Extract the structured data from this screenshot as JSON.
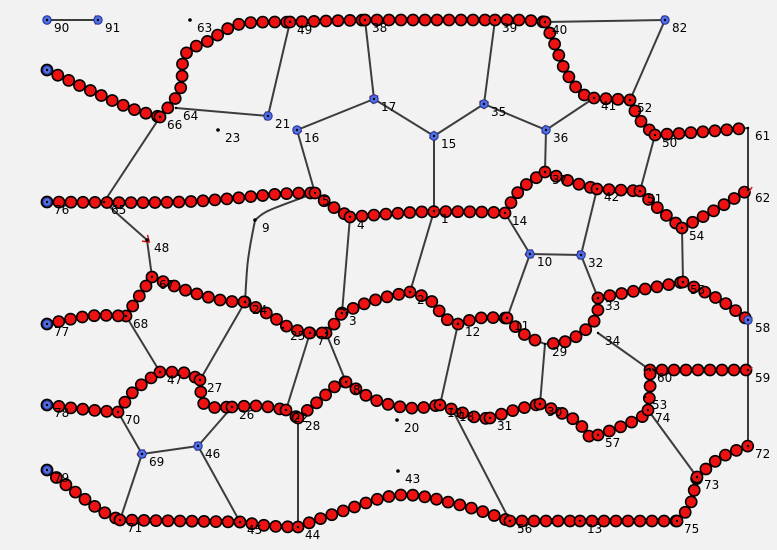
{
  "graph": {
    "nodes": [
      {
        "id": "90",
        "label": "90",
        "style": "blue"
      },
      {
        "id": "91",
        "label": "91",
        "style": "blue"
      },
      {
        "id": "63",
        "label": "63",
        "style": "dot"
      },
      {
        "id": "49",
        "label": "49",
        "style": "plain"
      },
      {
        "id": "38",
        "label": "38",
        "style": "plain"
      },
      {
        "id": "39",
        "label": "39",
        "style": "plain"
      },
      {
        "id": "40",
        "label": "40",
        "style": "plain"
      },
      {
        "id": "82",
        "label": "82",
        "style": "blue"
      },
      {
        "id": "n_left1",
        "label": "",
        "style": "blue"
      },
      {
        "id": "66",
        "label": "66",
        "style": "plain"
      },
      {
        "id": "64",
        "label": "64",
        "style": "plain"
      },
      {
        "id": "23",
        "label": "23",
        "style": "dot"
      },
      {
        "id": "21",
        "label": "21",
        "style": "blue"
      },
      {
        "id": "16",
        "label": "16",
        "style": "blue"
      },
      {
        "id": "17",
        "label": "17",
        "style": "blue"
      },
      {
        "id": "15",
        "label": "15",
        "style": "blue"
      },
      {
        "id": "35",
        "label": "35",
        "style": "blue"
      },
      {
        "id": "36",
        "label": "36",
        "style": "blue"
      },
      {
        "id": "41",
        "label": "41",
        "style": "plain"
      },
      {
        "id": "52",
        "label": "52",
        "style": "plain"
      },
      {
        "id": "50",
        "label": "50",
        "style": "plain"
      },
      {
        "id": "61",
        "label": "61",
        "style": "plain"
      },
      {
        "id": "76",
        "label": "76",
        "style": "blue"
      },
      {
        "id": "65",
        "label": "65",
        "style": "plain"
      },
      {
        "id": "5",
        "label": "5",
        "style": "plain"
      },
      {
        "id": "4",
        "label": "4",
        "style": "plain"
      },
      {
        "id": "1",
        "label": "1",
        "style": "plain"
      },
      {
        "id": "14",
        "label": "14",
        "style": "plain"
      },
      {
        "id": "37",
        "label": "37",
        "style": "plain"
      },
      {
        "id": "42",
        "label": "42",
        "style": "plain"
      },
      {
        "id": "51",
        "label": "51",
        "style": "plain"
      },
      {
        "id": "54",
        "label": "54",
        "style": "plain"
      },
      {
        "id": "62",
        "label": "62",
        "style": "plain"
      },
      {
        "id": "9",
        "label": "9",
        "style": "dot"
      },
      {
        "id": "48",
        "label": "48",
        "style": "dot"
      },
      {
        "id": "10",
        "label": "10",
        "style": "blue"
      },
      {
        "id": "32",
        "label": "32",
        "style": "blue"
      },
      {
        "id": "33",
        "label": "33",
        "style": "plain"
      },
      {
        "id": "55",
        "label": "55",
        "style": "plain"
      },
      {
        "id": "58",
        "label": "58",
        "style": "blue"
      },
      {
        "id": "67",
        "label": "67",
        "style": "plain"
      },
      {
        "id": "24",
        "label": "24",
        "style": "plain"
      },
      {
        "id": "3",
        "label": "3",
        "style": "plain"
      },
      {
        "id": "2",
        "label": "2",
        "style": "plain"
      },
      {
        "id": "12",
        "label": "12",
        "style": "plain"
      },
      {
        "id": "11",
        "label": "11",
        "style": "plain"
      },
      {
        "id": "29",
        "label": "29",
        "style": "plain"
      },
      {
        "id": "34",
        "label": "34",
        "style": "plain"
      },
      {
        "id": "77",
        "label": "77",
        "style": "blue"
      },
      {
        "id": "68",
        "label": "68",
        "style": "plain"
      },
      {
        "id": "25",
        "label": "25",
        "style": "plain"
      },
      {
        "id": "7",
        "label": "7",
        "style": "plain"
      },
      {
        "id": "6",
        "label": "6",
        "style": "plain"
      },
      {
        "id": "60",
        "label": "60",
        "style": "plain"
      },
      {
        "id": "59",
        "label": "59",
        "style": "plain"
      },
      {
        "id": "47",
        "label": "47",
        "style": "plain"
      },
      {
        "id": "27",
        "label": "27",
        "style": "plain"
      },
      {
        "id": "8",
        "label": "8",
        "style": "plain"
      },
      {
        "id": "78",
        "label": "78",
        "style": "blue"
      },
      {
        "id": "70",
        "label": "70",
        "style": "plain"
      },
      {
        "id": "26",
        "label": "26",
        "style": "plain"
      },
      {
        "id": "22",
        "label": "22",
        "style": "plain"
      },
      {
        "id": "28",
        "label": "28",
        "style": "plain"
      },
      {
        "id": "19",
        "label": "19",
        "style": "plain"
      },
      {
        "id": "20",
        "label": "20",
        "style": "dot"
      },
      {
        "id": "18",
        "label": "18",
        "style": "plain"
      },
      {
        "id": "31",
        "label": "31",
        "style": "plain"
      },
      {
        "id": "30",
        "label": "30",
        "style": "plain"
      },
      {
        "id": "53",
        "label": "53",
        "style": "plain"
      },
      {
        "id": "57",
        "label": "57",
        "style": "plain"
      },
      {
        "id": "74",
        "label": "74",
        "style": "plain"
      },
      {
        "id": "72",
        "label": "72",
        "style": "plain"
      },
      {
        "id": "69",
        "label": "69",
        "style": "blue"
      },
      {
        "id": "46",
        "label": "46",
        "style": "blue"
      },
      {
        "id": "79",
        "label": "79",
        "style": "blue"
      },
      {
        "id": "43",
        "label": "43",
        "style": "dot"
      },
      {
        "id": "73",
        "label": "73",
        "style": "plain"
      },
      {
        "id": "71",
        "label": "71",
        "style": "plain"
      },
      {
        "id": "45",
        "label": "45",
        "style": "plain"
      },
      {
        "id": "44",
        "label": "44",
        "style": "plain"
      },
      {
        "id": "56",
        "label": "56",
        "style": "plain"
      },
      {
        "id": "13",
        "label": "13",
        "style": "plain"
      },
      {
        "id": "75",
        "label": "75",
        "style": "plain"
      }
    ],
    "edges": [
      {
        "from": "90",
        "to": "91",
        "beaded": false,
        "arrow": true
      },
      {
        "from": "40",
        "to": "82",
        "beaded": false,
        "arrow": true
      },
      {
        "from": "82",
        "to": "52",
        "beaded": false,
        "arrow": true
      },
      {
        "from": "n_left1",
        "to": "66",
        "beaded": true,
        "arrow": false
      },
      {
        "from": "66",
        "to": "49",
        "beaded": true,
        "arrow": false
      },
      {
        "from": "49",
        "to": "38",
        "beaded": true,
        "arrow": false
      },
      {
        "from": "38",
        "to": "39",
        "beaded": true,
        "arrow": false
      },
      {
        "from": "39",
        "to": "40",
        "beaded": true,
        "arrow": false
      },
      {
        "from": "40",
        "to": "41",
        "beaded": true,
        "arrow": false
      },
      {
        "from": "41",
        "to": "52",
        "beaded": true,
        "arrow": false
      },
      {
        "from": "52",
        "to": "50",
        "beaded": true,
        "arrow": false
      },
      {
        "from": "50",
        "to": "61",
        "beaded": true,
        "arrow": false
      },
      {
        "from": "64",
        "to": "21",
        "beaded": false,
        "arrow": true
      },
      {
        "from": "21",
        "to": "49",
        "beaded": false,
        "arrow": true
      },
      {
        "from": "38",
        "to": "17",
        "beaded": false,
        "arrow": true
      },
      {
        "from": "16",
        "to": "17",
        "beaded": false,
        "arrow": true
      },
      {
        "from": "17",
        "to": "15",
        "beaded": false,
        "arrow": true
      },
      {
        "from": "15",
        "to": "35",
        "beaded": false,
        "arrow": true
      },
      {
        "from": "39",
        "to": "35",
        "beaded": false,
        "arrow": true
      },
      {
        "from": "35",
        "to": "36",
        "beaded": false,
        "arrow": true
      },
      {
        "from": "36",
        "to": "41",
        "beaded": false,
        "arrow": true
      },
      {
        "from": "36",
        "to": "37",
        "beaded": false,
        "arrow": true
      },
      {
        "from": "15",
        "to": "1",
        "beaded": false,
        "arrow": true
      },
      {
        "from": "5",
        "to": "16",
        "beaded": false,
        "arrow": true
      },
      {
        "from": "65",
        "to": "66",
        "beaded": false,
        "arrow": true
      },
      {
        "from": "76",
        "to": "5",
        "beaded": true,
        "arrow": false
      },
      {
        "from": "5",
        "to": "4",
        "beaded": true,
        "arrow": false
      },
      {
        "from": "4",
        "to": "14",
        "beaded": true,
        "arrow": false
      },
      {
        "from": "14",
        "to": "37",
        "beaded": true,
        "arrow": false
      },
      {
        "from": "37",
        "to": "42",
        "beaded": true,
        "arrow": false
      },
      {
        "from": "42",
        "to": "51",
        "beaded": true,
        "arrow": false
      },
      {
        "from": "51",
        "to": "54",
        "beaded": true,
        "arrow": false
      },
      {
        "from": "54",
        "to": "62",
        "beaded": true,
        "arrow": false
      },
      {
        "from": "50",
        "to": "51",
        "beaded": false,
        "arrow": true
      },
      {
        "from": "61",
        "to": "62",
        "beaded": false,
        "arrow": true
      },
      {
        "from": "62",
        "to": "58",
        "beaded": false,
        "arrow": true
      },
      {
        "from": "42",
        "to": "32",
        "beaded": false,
        "arrow": true
      },
      {
        "from": "14",
        "to": "10",
        "beaded": false,
        "arrow": true
      },
      {
        "from": "10",
        "to": "32",
        "beaded": false,
        "arrow": true
      },
      {
        "from": "32",
        "to": "33",
        "beaded": false,
        "arrow": true
      },
      {
        "from": "54",
        "to": "55",
        "beaded": false,
        "arrow": true
      },
      {
        "from": "33",
        "to": "55",
        "beaded": true,
        "arrow": false
      },
      {
        "from": "55",
        "to": "58",
        "beaded": true,
        "arrow": false
      },
      {
        "from": "33",
        "to": "29",
        "beaded": true,
        "arrow": false
      },
      {
        "from": "12",
        "to": "11",
        "beaded": true,
        "arrow": false
      },
      {
        "from": "11",
        "to": "29",
        "beaded": true,
        "arrow": false
      },
      {
        "from": "2",
        "to": "12",
        "beaded": true,
        "arrow": false
      },
      {
        "from": "3",
        "to": "2",
        "beaded": true,
        "arrow": false
      },
      {
        "from": "6",
        "to": "3",
        "beaded": true,
        "arrow": false
      },
      {
        "from": "7",
        "to": "6",
        "beaded": true,
        "arrow": false
      },
      {
        "from": "24",
        "to": "7",
        "beaded": true,
        "arrow": false
      },
      {
        "from": "67",
        "to": "24",
        "beaded": true,
        "arrow": false
      },
      {
        "from": "68",
        "to": "67",
        "beaded": true,
        "arrow": false
      },
      {
        "from": "77",
        "to": "68",
        "beaded": true,
        "arrow": false
      },
      {
        "from": "65",
        "to": "48",
        "beaded": false,
        "arrow": true
      },
      {
        "from": "48",
        "to": "67",
        "beaded": false,
        "arrow": false
      },
      {
        "from": "4",
        "to": "3",
        "beaded": false,
        "arrow": true
      },
      {
        "from": "1",
        "to": "2",
        "beaded": false,
        "arrow": true
      },
      {
        "from": "11",
        "to": "10",
        "beaded": false,
        "arrow": true
      },
      {
        "from": "24",
        "to": "9",
        "beaded": false,
        "arrow": false
      },
      {
        "from": "9",
        "to": "5",
        "beaded": false,
        "arrow": false
      },
      {
        "from": "34",
        "to": "60",
        "beaded": false,
        "arrow": true
      },
      {
        "from": "60",
        "to": "59",
        "beaded": true,
        "arrow": false
      },
      {
        "from": "58",
        "to": "59",
        "beaded": false,
        "arrow": true
      },
      {
        "from": "59",
        "to": "72",
        "beaded": false,
        "arrow": true
      },
      {
        "from": "68",
        "to": "47",
        "beaded": false,
        "arrow": true
      },
      {
        "from": "27",
        "to": "24",
        "beaded": false,
        "arrow": true
      },
      {
        "from": "6",
        "to": "8",
        "beaded": false,
        "arrow": true
      },
      {
        "from": "78",
        "to": "70",
        "beaded": true,
        "arrow": false
      },
      {
        "from": "70",
        "to": "47",
        "beaded": true,
        "arrow": false
      },
      {
        "from": "47",
        "to": "27",
        "beaded": true,
        "arrow": false
      },
      {
        "from": "27",
        "to": "26",
        "beaded": true,
        "arrow": false
      },
      {
        "from": "26",
        "to": "22",
        "beaded": true,
        "arrow": false
      },
      {
        "from": "22",
        "to": "28",
        "beaded": true,
        "arrow": false
      },
      {
        "from": "28",
        "to": "8",
        "beaded": true,
        "arrow": false
      },
      {
        "from": "8",
        "to": "19",
        "beaded": true,
        "arrow": false
      },
      {
        "from": "19",
        "to": "31",
        "beaded": true,
        "arrow": false
      },
      {
        "from": "31",
        "to": "30",
        "beaded": true,
        "arrow": false
      },
      {
        "from": "30",
        "to": "57",
        "beaded": true,
        "arrow": false
      },
      {
        "from": "57",
        "to": "74",
        "beaded": true,
        "arrow": false
      },
      {
        "from": "74",
        "to": "60",
        "beaded": true,
        "arrow": false
      },
      {
        "from": "22",
        "to": "7",
        "beaded": false,
        "arrow": true
      },
      {
        "from": "19",
        "to": "12",
        "beaded": false,
        "arrow": true
      },
      {
        "from": "29",
        "to": "30",
        "beaded": false,
        "arrow": true
      },
      {
        "from": "74",
        "to": "73",
        "beaded": false,
        "arrow": true
      },
      {
        "from": "70",
        "to": "69",
        "beaded": false,
        "arrow": true
      },
      {
        "from": "69",
        "to": "46",
        "beaded": false,
        "arrow": true
      },
      {
        "from": "46",
        "to": "26",
        "beaded": false,
        "arrow": true
      },
      {
        "from": "46",
        "to": "45",
        "beaded": false,
        "arrow": true
      },
      {
        "from": "71",
        "to": "69",
        "beaded": false,
        "arrow": true
      },
      {
        "from": "44",
        "to": "28",
        "beaded": false,
        "arrow": true
      },
      {
        "from": "18",
        "to": "56",
        "beaded": false,
        "arrow": true
      },
      {
        "from": "79",
        "to": "71",
        "beaded": true,
        "arrow": false
      },
      {
        "from": "71",
        "to": "45",
        "beaded": true,
        "arrow": false
      },
      {
        "from": "45",
        "to": "44",
        "beaded": true,
        "arrow": false
      },
      {
        "from": "44",
        "to": "56",
        "beaded": true,
        "arrow": false
      },
      {
        "from": "56",
        "to": "13",
        "beaded": true,
        "arrow": false
      },
      {
        "from": "13",
        "to": "75",
        "beaded": true,
        "arrow": false
      },
      {
        "from": "75",
        "to": "73",
        "beaded": true,
        "arrow": false
      },
      {
        "from": "73",
        "to": "72",
        "beaded": true,
        "arrow": false
      }
    ]
  }
}
